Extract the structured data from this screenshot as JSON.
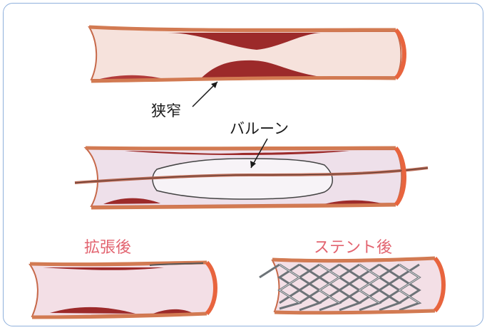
{
  "labels": {
    "stenosis": "狭窄",
    "balloon": "バルーン",
    "after_dilation": "拡張後",
    "after_stent": "ステント後"
  },
  "colors": {
    "frame": "#8fb0dc",
    "vessel_wall": "#d27a52",
    "vessel_lumen": "#f6e2dc",
    "plaque": "#9c2a2a",
    "balloon_lumen": "#eee0ea",
    "stent": "#6d7378",
    "caption_red": "#e2636f"
  }
}
